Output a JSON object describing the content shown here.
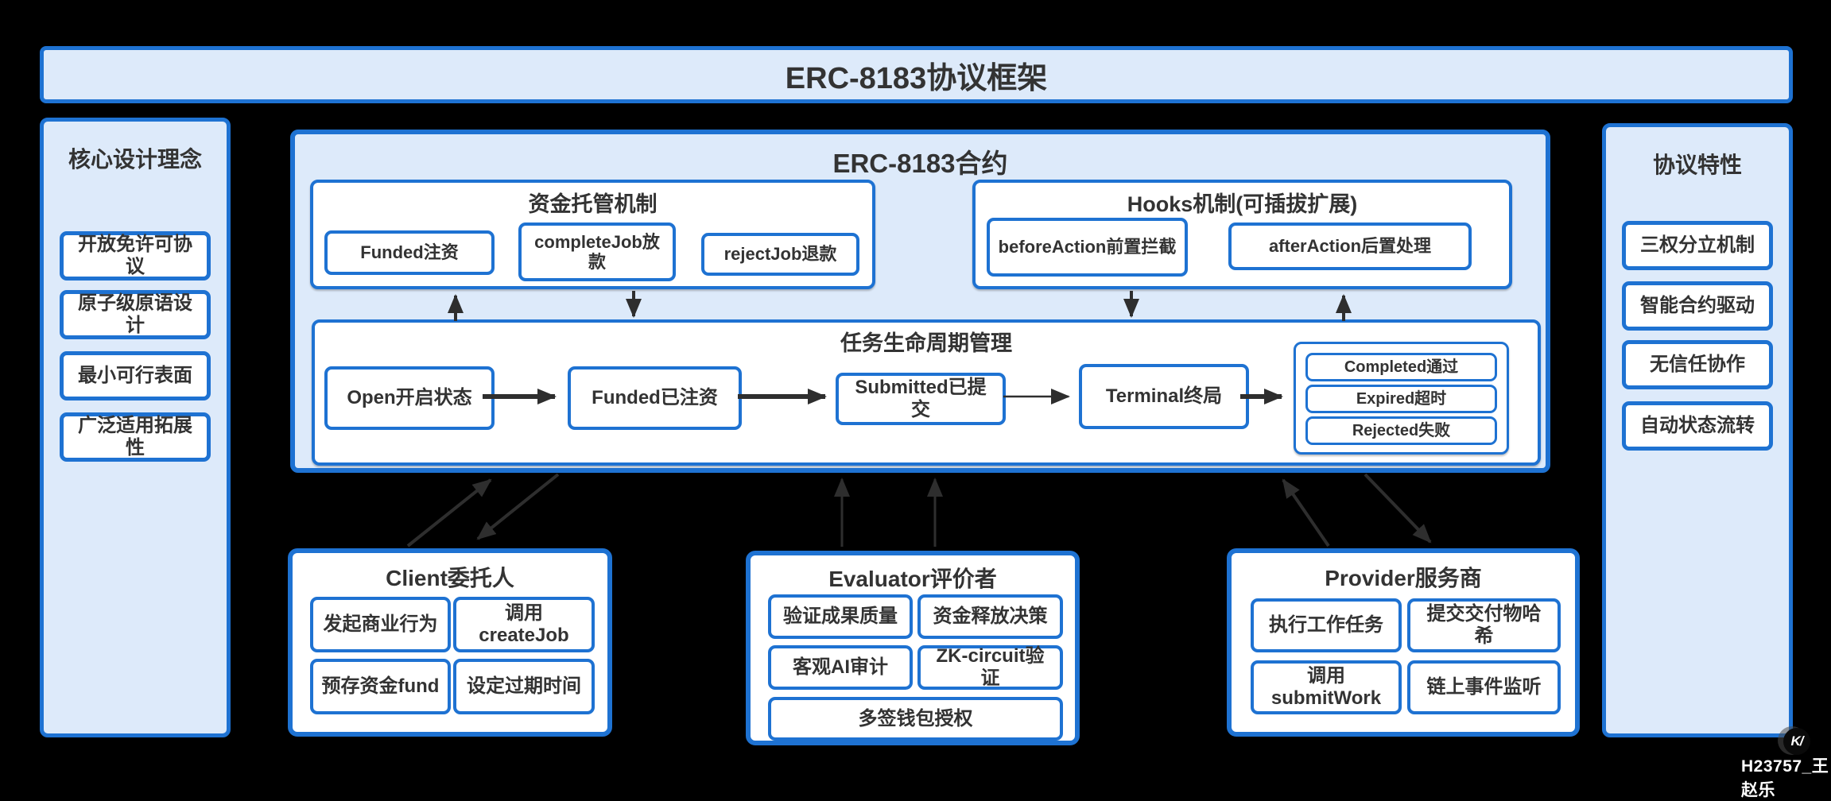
{
  "title": "ERC-8183协议框架",
  "left_sidebar": {
    "title": "核心设计理念",
    "items": [
      "开放免许可协议",
      "原子级原语设计",
      "最小可行表面",
      "广泛适用拓展性"
    ]
  },
  "right_sidebar": {
    "title": "协议特性",
    "items": [
      "三权分立机制",
      "智能合约驱动",
      "无信任协作",
      "自动状态流转"
    ]
  },
  "contract": {
    "title": "ERC-8183合约",
    "escrow": {
      "title": "资金托管机制",
      "items": [
        "Funded注资",
        "completeJob放款",
        "rejectJob退款"
      ]
    },
    "hooks": {
      "title": "Hooks机制(可插拔扩展)",
      "items": [
        "beforeAction前置拦截",
        "afterAction后置处理"
      ]
    },
    "lifecycle": {
      "title": "任务生命周期管理",
      "states": [
        "Open开启状态",
        "Funded已注资",
        "Submitted已提交",
        "Terminal终局"
      ],
      "terminal_states": [
        "Completed通过",
        "Expired超时",
        "Rejected失败"
      ]
    }
  },
  "actors": {
    "client": {
      "title": "Client委托人",
      "items": [
        "发起商业行为",
        "调用createJob",
        "预存资金fund",
        "设定过期时间"
      ]
    },
    "evaluator": {
      "title": "Evaluator评价者",
      "items": [
        "验证成果质量",
        "资金释放决策",
        "客观AI审计",
        "ZK-circuit验证"
      ],
      "wide_item": "多签钱包授权"
    },
    "provider": {
      "title": "Provider服务商",
      "items": [
        "执行工作任务",
        "提交交付物哈希",
        "调用submitWork",
        "链上事件监听"
      ]
    }
  },
  "watermark": {
    "text": "H23757_王赵乐",
    "logo_glyph": "K/"
  },
  "colors": {
    "background": "#000000",
    "panel_fill": "#ddeafa",
    "border_blue": "#1e72d2",
    "box_fill": "#ffffff",
    "text": "#333333",
    "arrow": "#2e2e2e",
    "watermark_text": "#ffffff"
  }
}
